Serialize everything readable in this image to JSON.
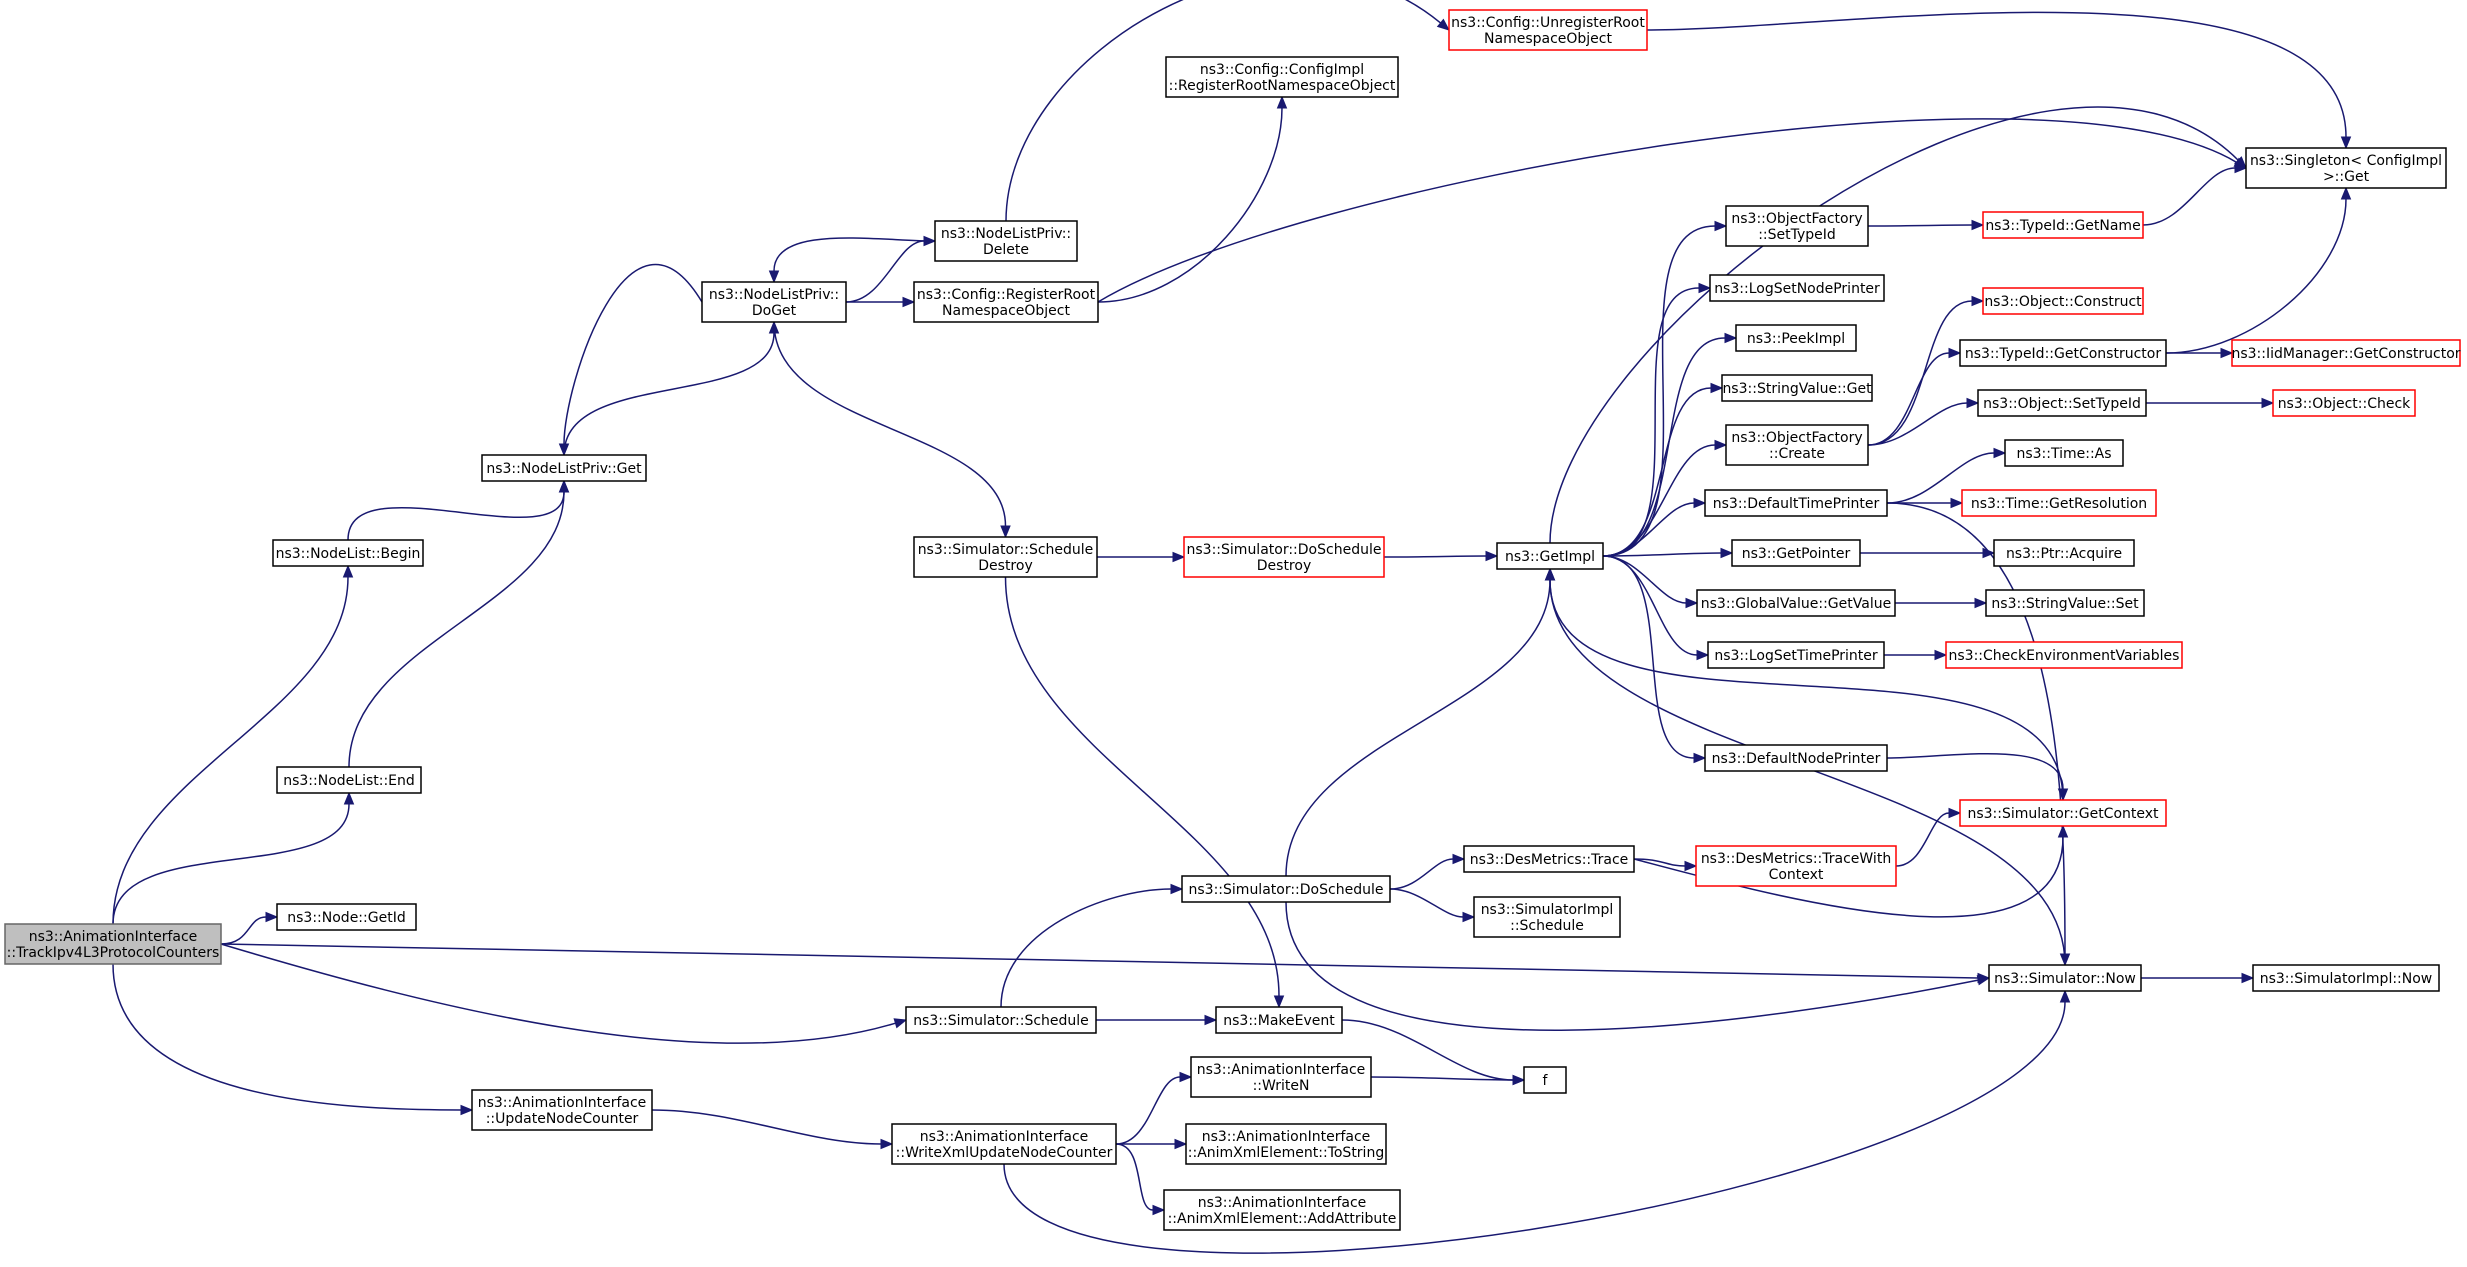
{
  "colors": {
    "edge": "#191970",
    "node_border": "#000000",
    "truncated_node_border": "#ff0000",
    "root_fill": "#bfbfbf"
  },
  "nodes": [
    {
      "id": "track",
      "lines": [
        "ns3::AnimationInterface",
        "::TrackIpv4L3ProtocolCounters"
      ],
      "style": "root"
    },
    {
      "id": "nl_begin",
      "lines": [
        "ns3::NodeList::Begin"
      ],
      "style": "normal"
    },
    {
      "id": "nl_end",
      "lines": [
        "ns3::NodeList::End"
      ],
      "style": "normal"
    },
    {
      "id": "node_getid",
      "lines": [
        "ns3::Node::GetId"
      ],
      "style": "normal"
    },
    {
      "id": "nlp_get",
      "lines": [
        "ns3::NodeListPriv::Get"
      ],
      "style": "normal"
    },
    {
      "id": "nlp_doget",
      "lines": [
        "ns3::NodeListPriv::",
        "DoGet"
      ],
      "style": "normal"
    },
    {
      "id": "nlp_delete",
      "lines": [
        "ns3::NodeListPriv::",
        "Delete"
      ],
      "style": "normal"
    },
    {
      "id": "cfg_unreg",
      "lines": [
        "ns3::Config::UnregisterRoot",
        "NamespaceObject"
      ],
      "style": "red"
    },
    {
      "id": "cfgimpl_reg",
      "lines": [
        "ns3::Config::ConfigImpl",
        "::RegisterRootNamespaceObject"
      ],
      "style": "normal"
    },
    {
      "id": "cfg_reg",
      "lines": [
        "ns3::Config::RegisterRoot",
        "NamespaceObject"
      ],
      "style": "normal"
    },
    {
      "id": "singleton",
      "lines": [
        "ns3::Singleton< ConfigImpl",
        " >::Get"
      ],
      "style": "normal"
    },
    {
      "id": "sim_schdestroy",
      "lines": [
        "ns3::Simulator::Schedule",
        "Destroy"
      ],
      "style": "normal"
    },
    {
      "id": "sim_doschdestroy",
      "lines": [
        "ns3::Simulator::DoSchedule",
        "Destroy"
      ],
      "style": "red"
    },
    {
      "id": "getimpl",
      "lines": [
        "ns3::GetImpl"
      ],
      "style": "normal"
    },
    {
      "id": "of_settypeid",
      "lines": [
        "ns3::ObjectFactory",
        "::SetTypeId"
      ],
      "style": "normal"
    },
    {
      "id": "typeid_getname",
      "lines": [
        "ns3::TypeId::GetName"
      ],
      "style": "red"
    },
    {
      "id": "logsetnodeprinter",
      "lines": [
        "ns3::LogSetNodePrinter"
      ],
      "style": "normal"
    },
    {
      "id": "peekimpl",
      "lines": [
        "ns3::PeekImpl"
      ],
      "style": "normal"
    },
    {
      "id": "stringvalue_get",
      "lines": [
        "ns3::StringValue::Get"
      ],
      "style": "normal"
    },
    {
      "id": "of_create",
      "lines": [
        "ns3::ObjectFactory",
        "::Create"
      ],
      "style": "normal"
    },
    {
      "id": "obj_construct",
      "lines": [
        "ns3::Object::Construct"
      ],
      "style": "red"
    },
    {
      "id": "typeid_getctor",
      "lines": [
        "ns3::TypeId::GetConstructor"
      ],
      "style": "normal"
    },
    {
      "id": "iid_getctor",
      "lines": [
        "ns3::IidManager::GetConstructor"
      ],
      "style": "red"
    },
    {
      "id": "obj_settypeid",
      "lines": [
        "ns3::Object::SetTypeId"
      ],
      "style": "normal"
    },
    {
      "id": "obj_check",
      "lines": [
        "ns3::Object::Check"
      ],
      "style": "red"
    },
    {
      "id": "time_as",
      "lines": [
        "ns3::Time::As"
      ],
      "style": "normal"
    },
    {
      "id": "defaulttimeprinter",
      "lines": [
        "ns3::DefaultTimePrinter"
      ],
      "style": "normal"
    },
    {
      "id": "time_getres",
      "lines": [
        "ns3::Time::GetResolution"
      ],
      "style": "red"
    },
    {
      "id": "getpointer",
      "lines": [
        "ns3::GetPointer"
      ],
      "style": "normal"
    },
    {
      "id": "ptr_acquire",
      "lines": [
        "ns3::Ptr::Acquire"
      ],
      "style": "normal"
    },
    {
      "id": "gv_getvalue",
      "lines": [
        "ns3::GlobalValue::GetValue"
      ],
      "style": "normal"
    },
    {
      "id": "sv_set",
      "lines": [
        "ns3::StringValue::Set"
      ],
      "style": "normal"
    },
    {
      "id": "logsettimeprinter",
      "lines": [
        "ns3::LogSetTimePrinter"
      ],
      "style": "normal"
    },
    {
      "id": "checkenv",
      "lines": [
        "ns3::CheckEnvironmentVariables"
      ],
      "style": "red"
    },
    {
      "id": "defaultnodeprinter",
      "lines": [
        "ns3::DefaultNodePrinter"
      ],
      "style": "normal"
    },
    {
      "id": "sim_getcontext",
      "lines": [
        "ns3::Simulator::GetContext"
      ],
      "style": "red"
    },
    {
      "id": "sim_dosched",
      "lines": [
        "ns3::Simulator::DoSchedule"
      ],
      "style": "normal"
    },
    {
      "id": "desmetrics_trace",
      "lines": [
        "ns3::DesMetrics::Trace"
      ],
      "style": "normal"
    },
    {
      "id": "desmetrics_tracewith",
      "lines": [
        "ns3::DesMetrics::TraceWith",
        "Context"
      ],
      "style": "red"
    },
    {
      "id": "simimpl_schedule",
      "lines": [
        "ns3::SimulatorImpl",
        "::Schedule"
      ],
      "style": "normal"
    },
    {
      "id": "sim_now",
      "lines": [
        "ns3::Simulator::Now"
      ],
      "style": "normal"
    },
    {
      "id": "simimpl_now",
      "lines": [
        "ns3::SimulatorImpl::Now"
      ],
      "style": "normal"
    },
    {
      "id": "sim_schedule",
      "lines": [
        "ns3::Simulator::Schedule"
      ],
      "style": "normal"
    },
    {
      "id": "makeevent",
      "lines": [
        "ns3::MakeEvent"
      ],
      "style": "normal"
    },
    {
      "id": "f",
      "lines": [
        "f"
      ],
      "style": "normal"
    },
    {
      "id": "ai_writen",
      "lines": [
        "ns3::AnimationInterface",
        "::WriteN"
      ],
      "style": "normal"
    },
    {
      "id": "ai_updatenc",
      "lines": [
        "ns3::AnimationInterface",
        "::UpdateNodeCounter"
      ],
      "style": "normal"
    },
    {
      "id": "ai_writexml",
      "lines": [
        "ns3::AnimationInterface",
        "::WriteXmlUpdateNodeCounter"
      ],
      "style": "normal"
    },
    {
      "id": "ai_tostring",
      "lines": [
        "ns3::AnimationInterface",
        "::AnimXmlElement::ToString"
      ],
      "style": "normal"
    },
    {
      "id": "ai_addattr",
      "lines": [
        "ns3::AnimationInterface",
        "::AnimXmlElement::AddAttribute"
      ],
      "style": "normal"
    }
  ],
  "edges": [
    [
      "track",
      "nl_begin"
    ],
    [
      "track",
      "nl_end"
    ],
    [
      "track",
      "node_getid"
    ],
    [
      "track",
      "sim_now"
    ],
    [
      "track",
      "sim_schedule"
    ],
    [
      "track",
      "ai_updatenc"
    ],
    [
      "nl_begin",
      "nlp_get"
    ],
    [
      "nl_end",
      "nlp_get"
    ],
    [
      "nlp_get",
      "nlp_doget"
    ],
    [
      "nlp_doget",
      "nlp_get"
    ],
    [
      "nlp_doget",
      "nlp_delete"
    ],
    [
      "nlp_delete",
      "nlp_doget"
    ],
    [
      "nlp_doget",
      "cfg_reg"
    ],
    [
      "nlp_doget",
      "sim_schdestroy"
    ],
    [
      "nlp_delete",
      "cfg_unreg"
    ],
    [
      "cfg_unreg",
      "singleton"
    ],
    [
      "cfg_reg",
      "cfgimpl_reg"
    ],
    [
      "cfg_reg",
      "singleton"
    ],
    [
      "sim_schdestroy",
      "sim_doschdestroy"
    ],
    [
      "sim_schdestroy",
      "makeevent"
    ],
    [
      "sim_doschdestroy",
      "getimpl"
    ],
    [
      "getimpl",
      "of_settypeid"
    ],
    [
      "getimpl",
      "logsetnodeprinter"
    ],
    [
      "getimpl",
      "peekimpl"
    ],
    [
      "getimpl",
      "stringvalue_get"
    ],
    [
      "getimpl",
      "of_create"
    ],
    [
      "getimpl",
      "defaulttimeprinter"
    ],
    [
      "getimpl",
      "getpointer"
    ],
    [
      "getimpl",
      "gv_getvalue"
    ],
    [
      "getimpl",
      "logsettimeprinter"
    ],
    [
      "getimpl",
      "defaultnodeprinter"
    ],
    [
      "getimpl",
      "singleton"
    ],
    [
      "of_settypeid",
      "typeid_getname"
    ],
    [
      "typeid_getname",
      "singleton"
    ],
    [
      "of_create",
      "obj_construct"
    ],
    [
      "of_create",
      "typeid_getctor"
    ],
    [
      "of_create",
      "obj_settypeid"
    ],
    [
      "typeid_getctor",
      "iid_getctor"
    ],
    [
      "typeid_getctor",
      "singleton"
    ],
    [
      "obj_settypeid",
      "obj_check"
    ],
    [
      "defaulttimeprinter",
      "time_as"
    ],
    [
      "defaulttimeprinter",
      "time_getres"
    ],
    [
      "defaulttimeprinter",
      "sim_now"
    ],
    [
      "getpointer",
      "ptr_acquire"
    ],
    [
      "gv_getvalue",
      "sv_set"
    ],
    [
      "logsettimeprinter",
      "checkenv"
    ],
    [
      "defaultnodeprinter",
      "sim_getcontext"
    ],
    [
      "sim_getcontext",
      "getimpl"
    ],
    [
      "sim_dosched",
      "getimpl"
    ],
    [
      "sim_dosched",
      "desmetrics_trace"
    ],
    [
      "sim_dosched",
      "simimpl_schedule"
    ],
    [
      "sim_dosched",
      "sim_now"
    ],
    [
      "desmetrics_trace",
      "desmetrics_tracewith"
    ],
    [
      "desmetrics_trace",
      "sim_getcontext"
    ],
    [
      "desmetrics_tracewith",
      "sim_getcontext"
    ],
    [
      "sim_now",
      "getimpl"
    ],
    [
      "sim_now",
      "simimpl_now"
    ],
    [
      "sim_schedule",
      "sim_dosched"
    ],
    [
      "sim_schedule",
      "makeevent"
    ],
    [
      "makeevent",
      "f"
    ],
    [
      "ai_writen",
      "f"
    ],
    [
      "ai_updatenc",
      "ai_writexml"
    ],
    [
      "ai_writexml",
      "ai_writen"
    ],
    [
      "ai_writexml",
      "ai_tostring"
    ],
    [
      "ai_writexml",
      "ai_addattr"
    ],
    [
      "ai_writexml",
      "sim_now"
    ]
  ]
}
